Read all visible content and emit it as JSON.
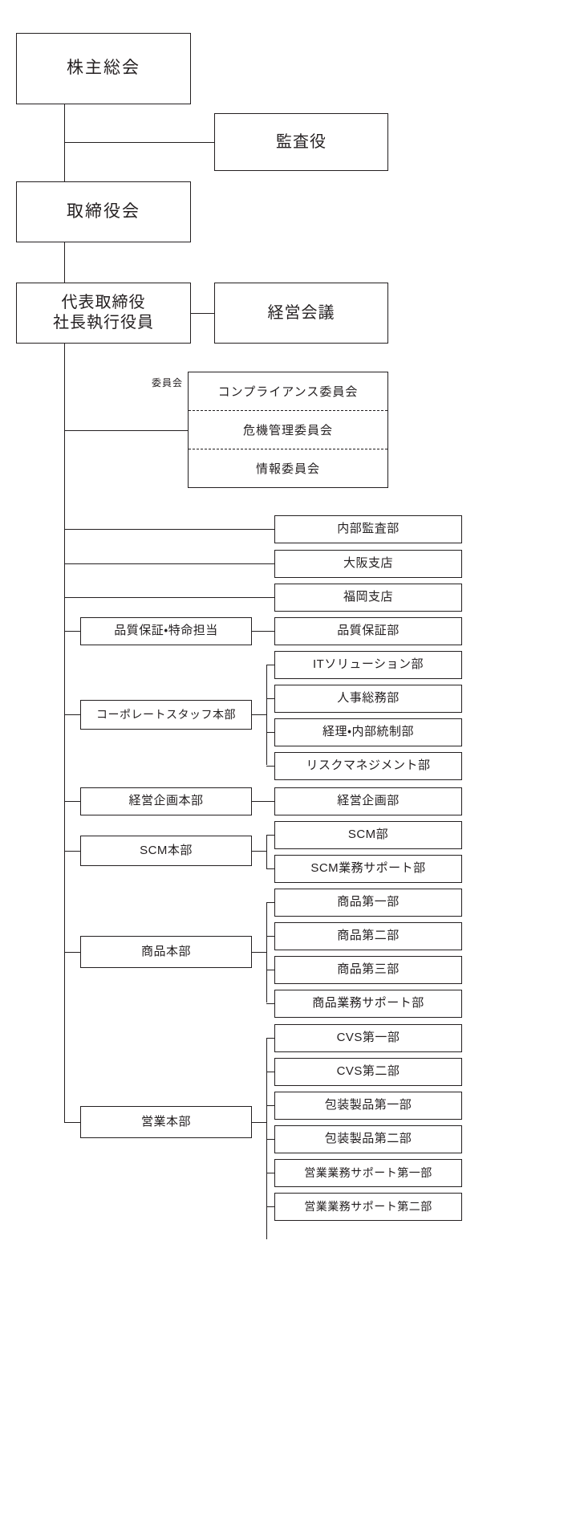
{
  "chart": {
    "title": "",
    "line_color": "#231f20",
    "background": "#ffffff"
  },
  "nodes": {
    "shareholders_meeting": "株主総会",
    "auditors": "監査役",
    "board_of_directors": "取締役会",
    "president": {
      "line1": "代表取締役",
      "line2": "社長執行役員"
    },
    "management_meeting": "経営会議",
    "committee_label": "委員会"
  },
  "committees": [
    "コンプライアンス委員会",
    "危機管理委員会",
    "情報委員会"
  ],
  "direct_departments": [
    "内部監査部",
    "大阪支店",
    "福岡支店"
  ],
  "divisions": [
    {
      "name": "品質保証・特命担当",
      "departments": [
        "品質保証部"
      ]
    },
    {
      "name": "コーポレートスタッフ本部",
      "departments": [
        "ITソリューション部",
        "人事総務部",
        "経理・内部統制部",
        "リスクマネジメント部"
      ]
    },
    {
      "name": "経営企画本部",
      "departments": [
        "経営企画部"
      ]
    },
    {
      "name": "SCM本部",
      "departments": [
        "SCM部",
        "SCM業務サポート部"
      ]
    },
    {
      "name": "商品本部",
      "departments": [
        "商品第一部",
        "商品第二部",
        "商品第三部",
        "商品業務サポート部"
      ]
    },
    {
      "name": "営業本部",
      "departments": [
        "CVS第一部",
        "CVS第二部",
        "包装製品第一部",
        "包装製品第二部",
        "営業業務サポート第一部",
        "営業業務サポート第二部"
      ]
    }
  ]
}
